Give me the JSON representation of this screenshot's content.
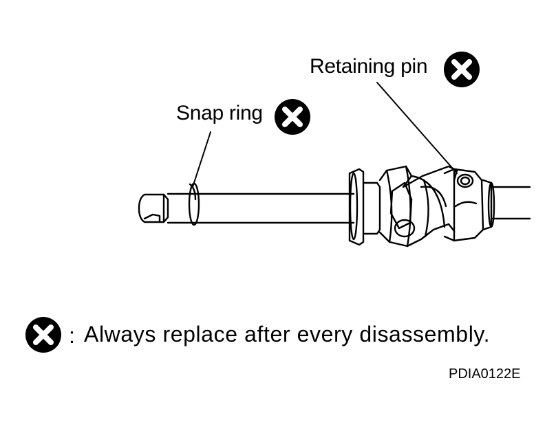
{
  "labels": {
    "retaining_pin": "Retaining pin",
    "snap_ring": "Snap ring"
  },
  "legend": {
    "separator": ":",
    "text": "Always replace after every disassembly."
  },
  "figure_code": "PDIA0122E",
  "colors": {
    "ink": "#000000",
    "paper": "#ffffff"
  },
  "icons": {
    "replace_marker": "circle-x-icon"
  }
}
